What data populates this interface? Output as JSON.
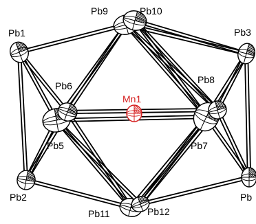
{
  "figure": {
    "description_visible": "",
    "colors": {
      "lead": "#000000",
      "manganese": "#d62020",
      "background": "#ffffff"
    },
    "atoms": [
      {
        "id": "Pb1",
        "label": "Pb1",
        "element": "Pb"
      },
      {
        "id": "Pb2",
        "label": "Pb2",
        "element": "Pb"
      },
      {
        "id": "Pb3",
        "label": "Pb3",
        "element": "Pb"
      },
      {
        "id": "Pb4",
        "label": "Pb",
        "element": "Pb"
      },
      {
        "id": "Pb5",
        "label": "Pb5",
        "element": "Pb"
      },
      {
        "id": "Pb6",
        "label": "Pb6",
        "element": "Pb"
      },
      {
        "id": "Pb7",
        "label": "Pb7",
        "element": "Pb"
      },
      {
        "id": "Pb8",
        "label": "Pb8",
        "element": "Pb"
      },
      {
        "id": "Pb9",
        "label": "Pb9",
        "element": "Pb"
      },
      {
        "id": "Pb10",
        "label": "Pb10",
        "element": "Pb"
      },
      {
        "id": "Pb11",
        "label": "Pb11",
        "element": "Pb"
      },
      {
        "id": "Pb12",
        "label": "Pb12",
        "element": "Pb"
      },
      {
        "id": "Mn1",
        "label": "Mn1",
        "element": "Mn"
      }
    ],
    "bonds": [
      [
        "Pb1",
        "Pb9"
      ],
      [
        "Pb1",
        "Pb5"
      ],
      [
        "Pb1",
        "Pb2"
      ],
      [
        "Pb1",
        "Pb6"
      ],
      [
        "Pb2",
        "Pb5"
      ],
      [
        "Pb2",
        "Pb11"
      ],
      [
        "Pb2",
        "Pb6"
      ],
      [
        "Pb9",
        "Pb10"
      ],
      [
        "Pb9",
        "Pb5"
      ],
      [
        "Pb9",
        "Pb6"
      ],
      [
        "Pb9",
        "Pb7"
      ],
      [
        "Pb9",
        "Pb8"
      ],
      [
        "Pb9",
        "Pb3"
      ],
      [
        "Pb10",
        "Pb3"
      ],
      [
        "Pb10",
        "Pb8"
      ],
      [
        "Pb10",
        "Pb7"
      ],
      [
        "Pb3",
        "Pb8"
      ],
      [
        "Pb3",
        "Pb7"
      ],
      [
        "Pb3",
        "Pb4"
      ],
      [
        "Pb4",
        "Pb8"
      ],
      [
        "Pb4",
        "Pb7"
      ],
      [
        "Pb4",
        "Pb12"
      ],
      [
        "Pb5",
        "Pb6"
      ],
      [
        "Pb5",
        "Pb7"
      ],
      [
        "Pb6",
        "Pb8"
      ],
      [
        "Pb5",
        "Pb11"
      ],
      [
        "Pb6",
        "Pb11"
      ],
      [
        "Pb7",
        "Pb8"
      ],
      [
        "Pb7",
        "Pb11"
      ],
      [
        "Pb7",
        "Pb12"
      ],
      [
        "Pb8",
        "Pb12"
      ],
      [
        "Pb11",
        "Pb12"
      ],
      [
        "Pb5",
        "Pb12"
      ]
    ]
  }
}
